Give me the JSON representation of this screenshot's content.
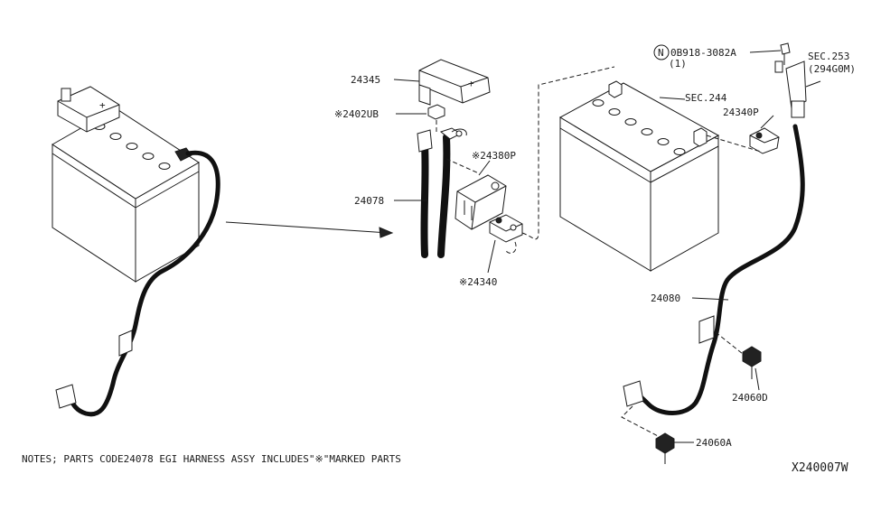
{
  "labels": {
    "bolt_part": "0B918-3082A",
    "bolt_qty": "(1)",
    "sec253_a": "SEC.253",
    "sec253_b": "(294G0M)",
    "cover": "24345",
    "nut": "※2402UB",
    "sec244": "SEC.244",
    "p24340p": "24340P",
    "p24380p": "※24380P",
    "harness": "24078",
    "terminal": "※24340",
    "cable": "24080",
    "bolt_d": "24060D",
    "bolt_a": "24060A"
  },
  "notes": "NOTES; PARTS CODE24078 EGI HARNESS ASSY INCLUDES\"※\"MARKED PARTS",
  "diagram_code": "X240007W",
  "icons": {
    "circled_n": "N"
  }
}
